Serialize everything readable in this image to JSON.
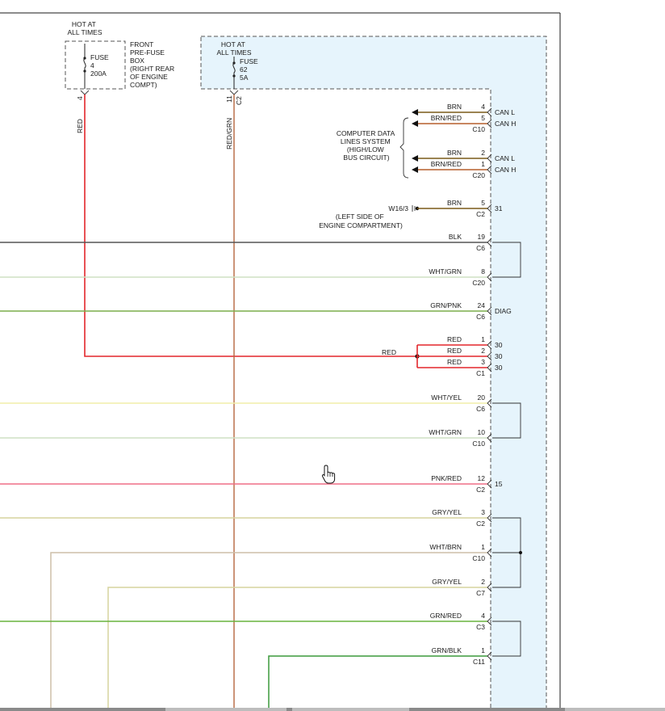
{
  "colors": {
    "module_fill": "#e6f4fc",
    "RED": "#e3262b",
    "RED/GRN": "#b6663f",
    "BRN": "#7a5a18",
    "BRN/RED": "#b65e2c",
    "BLK": "#555555",
    "WHT/GRN": "#cfe0c4",
    "GRN/PNK": "#7cae4c",
    "WHT/YEL": "#f0eea8",
    "PNK/RED": "#ef6f86",
    "GRY/YEL": "#d6d49e",
    "WHT/BRN": "#cdbfa9",
    "GRN/RED": "#68b33d",
    "GRN/BLK": "#3c9a3c"
  },
  "fuse_box": {
    "hot_label": [
      "HOT AT",
      "ALL TIMES"
    ],
    "fuse_label": [
      "FUSE",
      "4",
      "200A"
    ],
    "box_label": [
      "FRONT",
      "PRE-FUSE",
      "BOX",
      "(RIGHT REAR",
      "OF ENGINE",
      "COMPT)"
    ],
    "pin": "4",
    "wire": "RED"
  },
  "module_fuse": {
    "hot_label": [
      "HOT AT",
      "ALL TIMES"
    ],
    "fuse_label": [
      "FUSE",
      "62",
      "5A"
    ],
    "pin": "11",
    "connector": "C2",
    "wire": "RED/GRN"
  },
  "computer_data": {
    "label": [
      "COMPUTER DATA",
      "LINES SYSTEM",
      "(HIGH/LOW",
      "BUS CIRCUIT)"
    ]
  },
  "ground": {
    "id": "W16/3",
    "label": [
      "(LEFT SIDE OF",
      "ENGINE COMPARTMENT)"
    ]
  },
  "red_splice_label": "RED",
  "connections": [
    {
      "wire": "BRN",
      "pin": "4",
      "conn": "",
      "func": "CAN L"
    },
    {
      "wire": "BRN/RED",
      "pin": "5",
      "conn": "C10",
      "func": "CAN H"
    },
    {
      "wire": "BRN",
      "pin": "2",
      "conn": "",
      "func": "CAN L"
    },
    {
      "wire": "BRN/RED",
      "pin": "1",
      "conn": "C20",
      "func": "CAN H"
    },
    {
      "wire": "BRN",
      "pin": "5",
      "conn": "C2",
      "func": "31"
    },
    {
      "wire": "BLK",
      "pin": "19",
      "conn": "C6",
      "func": ""
    },
    {
      "wire": "WHT/GRN",
      "pin": "8",
      "conn": "C20",
      "func": ""
    },
    {
      "wire": "GRN/PNK",
      "pin": "24",
      "conn": "C6",
      "func": "DIAG"
    },
    {
      "wire": "RED",
      "pin": "1",
      "conn": "",
      "func": "30"
    },
    {
      "wire": "RED",
      "pin": "2",
      "conn": "",
      "func": "30"
    },
    {
      "wire": "RED",
      "pin": "3",
      "conn": "C1",
      "func": "30"
    },
    {
      "wire": "WHT/YEL",
      "pin": "20",
      "conn": "C6",
      "func": ""
    },
    {
      "wire": "WHT/GRN",
      "pin": "10",
      "conn": "C10",
      "func": ""
    },
    {
      "wire": "PNK/RED",
      "pin": "12",
      "conn": "C2",
      "func": "15"
    },
    {
      "wire": "GRY/YEL",
      "pin": "3",
      "conn": "C2",
      "func": ""
    },
    {
      "wire": "WHT/BRN",
      "pin": "1",
      "conn": "C10",
      "func": ""
    },
    {
      "wire": "GRY/YEL",
      "pin": "2",
      "conn": "C7",
      "func": ""
    },
    {
      "wire": "GRN/RED",
      "pin": "4",
      "conn": "C3",
      "func": ""
    },
    {
      "wire": "GRN/BLK",
      "pin": "1",
      "conn": "C11",
      "func": ""
    }
  ]
}
